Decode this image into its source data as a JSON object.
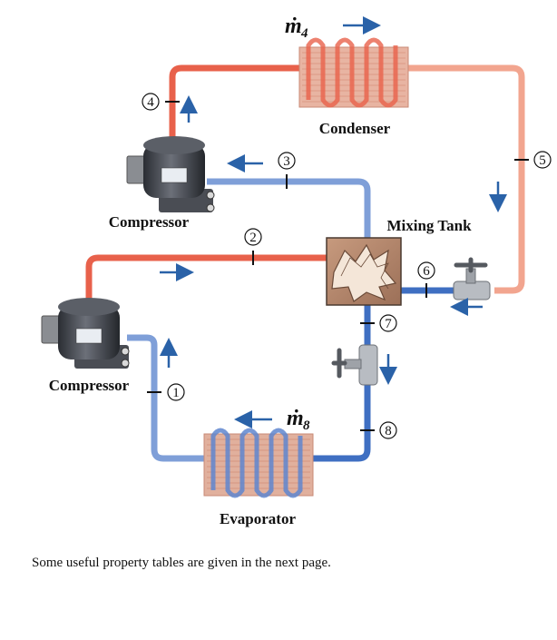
{
  "labels": {
    "condenser": "Condenser",
    "evaporator": "Evaporator",
    "mixing_tank": "Mixing Tank",
    "compressor_top": "Compressor",
    "compressor_bottom": "Compressor"
  },
  "flow_labels": {
    "m4": "ṁ",
    "m4_sub": "4",
    "m8": "ṁ",
    "m8_sub": "8"
  },
  "state_points": [
    "1",
    "2",
    "3",
    "4",
    "5",
    "6",
    "7",
    "8"
  ],
  "footnote": "Some useful property tables are given in the next page.",
  "colors": {
    "hot_pipe": "#e8614b",
    "warm_pipe": "#f2a58f",
    "cold_pipe": "#7f9fd8",
    "mid_pipe": "#3f6fc2",
    "arrow": "#2a62a8"
  }
}
